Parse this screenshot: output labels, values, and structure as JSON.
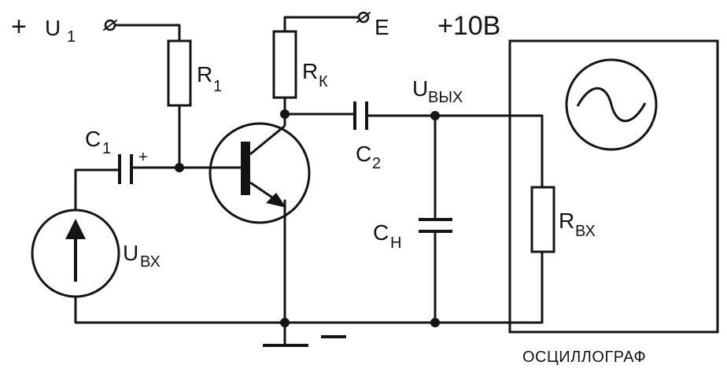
{
  "labels": {
    "plus_sign": "+",
    "u1_main": "U",
    "u1_sub": "1",
    "e_label": "E",
    "supply": "+10В",
    "r1_main": "R",
    "r1_sub": "1",
    "rk_main": "R",
    "rk_sub": "К",
    "c1_main": "C",
    "c1_sub": "1",
    "c1_polarity": "+",
    "c2_main": "C",
    "c2_sub": "2",
    "cn_main": "C",
    "cn_sub": "Н",
    "uout_main": "U",
    "uout_sub": "ВЫХ",
    "uin_main": "U",
    "uin_sub": "ВХ",
    "rin_main": "R",
    "rin_sub": "ВХ",
    "minus_sign": "−",
    "oscilloscope_caption": "ОСЦИЛЛОГРАФ"
  }
}
